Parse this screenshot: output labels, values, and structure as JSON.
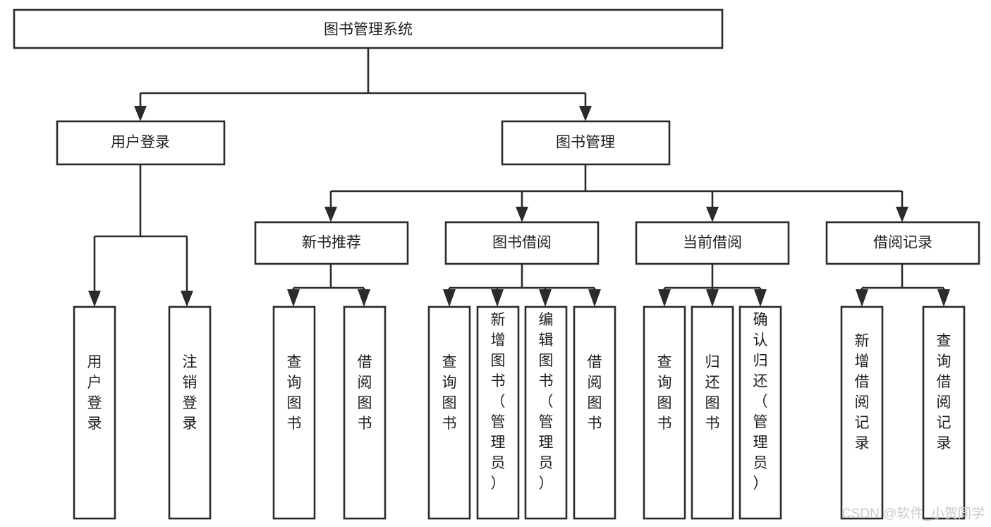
{
  "diagram": {
    "title": "图书管理系统",
    "type": "hierarchy-tree",
    "root": {
      "id": "root",
      "label": "图书管理系统",
      "orientation": "horizontal"
    },
    "level2": [
      {
        "id": "user-login",
        "label": "用户登录",
        "orientation": "horizontal"
      },
      {
        "id": "book-manage",
        "label": "图书管理",
        "orientation": "horizontal"
      }
    ],
    "level3": [
      {
        "id": "new-book-rec",
        "label": "新书推荐",
        "parent": "book-manage",
        "orientation": "horizontal"
      },
      {
        "id": "book-borrow",
        "label": "图书借阅",
        "parent": "book-manage",
        "orientation": "horizontal"
      },
      {
        "id": "current-borrow",
        "label": "当前借阅",
        "parent": "book-manage",
        "orientation": "horizontal"
      },
      {
        "id": "borrow-record",
        "label": "借阅记录",
        "parent": "book-manage",
        "orientation": "horizontal"
      }
    ],
    "leaves": [
      {
        "id": "leaf-user-login",
        "label": "用户登录",
        "parent": "user-login",
        "orientation": "vertical"
      },
      {
        "id": "leaf-user-logout",
        "label": "注销登录",
        "parent": "user-login",
        "orientation": "vertical"
      },
      {
        "id": "leaf-query-book-1",
        "label": "查询图书",
        "parent": "new-book-rec",
        "orientation": "vertical"
      },
      {
        "id": "leaf-borrow-book-1",
        "label": "借阅图书",
        "parent": "new-book-rec",
        "orientation": "vertical"
      },
      {
        "id": "leaf-query-book-2",
        "label": "查询图书",
        "parent": "book-borrow",
        "orientation": "vertical"
      },
      {
        "id": "leaf-add-book",
        "label": "新增图书（管理员）",
        "parent": "book-borrow",
        "orientation": "vertical"
      },
      {
        "id": "leaf-edit-book",
        "label": "编辑图书（管理员）",
        "parent": "book-borrow",
        "orientation": "vertical"
      },
      {
        "id": "leaf-borrow-book-2",
        "label": "借阅图书",
        "parent": "book-borrow",
        "orientation": "vertical"
      },
      {
        "id": "leaf-query-book-3",
        "label": "查询图书",
        "parent": "current-borrow",
        "orientation": "vertical"
      },
      {
        "id": "leaf-return-book",
        "label": "归还图书",
        "parent": "current-borrow",
        "orientation": "vertical"
      },
      {
        "id": "leaf-confirm-return",
        "label": "确认归还（管理员）",
        "parent": "current-borrow",
        "orientation": "vertical"
      },
      {
        "id": "leaf-add-record",
        "label": "新增借阅记录",
        "parent": "borrow-record",
        "orientation": "vertical"
      },
      {
        "id": "leaf-query-record",
        "label": "查询借阅记录",
        "parent": "borrow-record",
        "orientation": "vertical"
      }
    ],
    "colors": {
      "stroke": "#2b2b2b",
      "fill": "#ffffff",
      "text": "#1d1d1d",
      "watermark": "#c9c9c9",
      "background": "#ffffff"
    }
  },
  "watermark": {
    "text": "CSDN @软件_小贺同学"
  }
}
